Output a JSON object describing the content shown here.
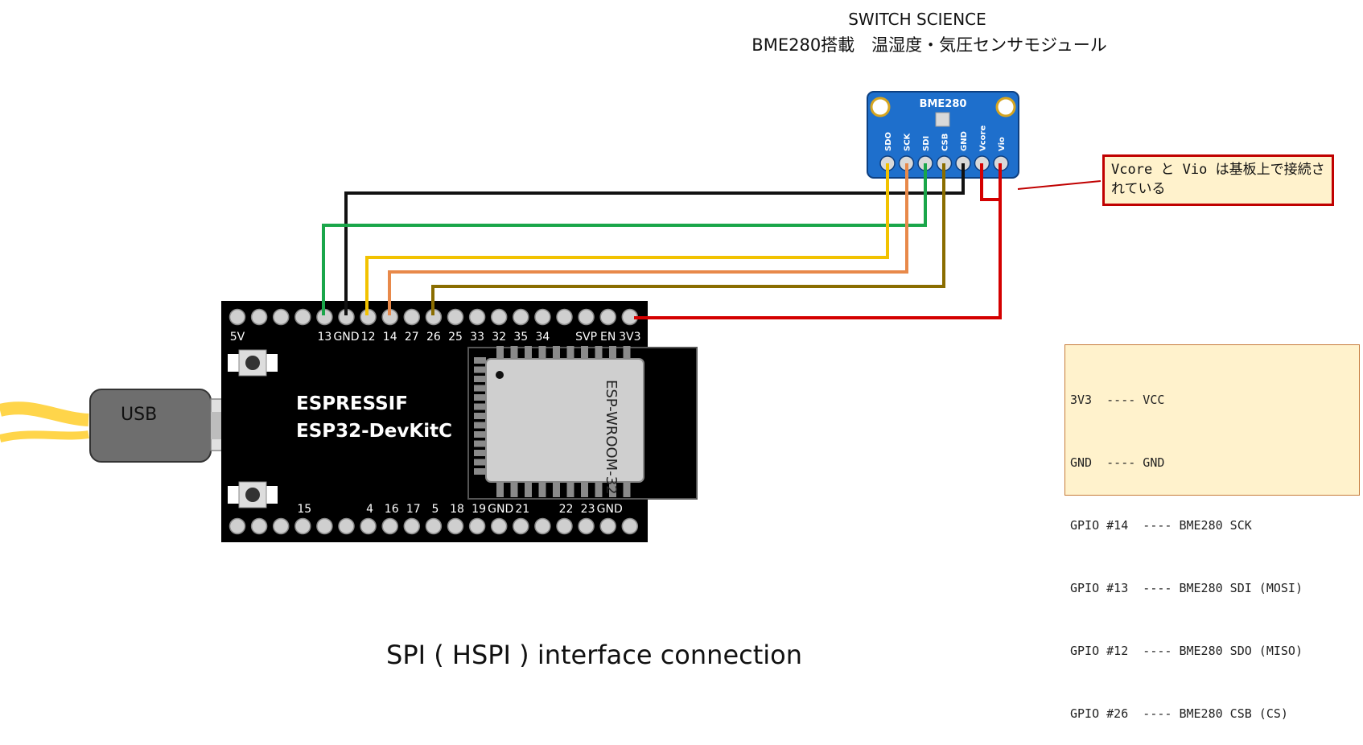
{
  "bme280_module": {
    "maker": "SWITCH SCIENCE",
    "product": "BME280搭載　温湿度・気圧センサモジュール",
    "chip_label": "BME280",
    "pins": [
      "SDO",
      "SCK",
      "SDI",
      "CSB",
      "GND",
      "Vcore",
      "Vio"
    ]
  },
  "note": {
    "line1": "Vcore と Vio は基板上で接続さ",
    "line2": "れている"
  },
  "esp32_board": {
    "brand": "ESPRESSIF",
    "model": "ESP32-DevKitC",
    "module_label": "ESP-WROOM-32",
    "usb_label": "USB",
    "top_pin_labels": [
      "5V",
      "13",
      "GND",
      "12",
      "14",
      "27",
      "26",
      "25",
      "33",
      "32",
      "35",
      "34",
      "SVP",
      "EN",
      "3V3"
    ],
    "bottom_pin_labels": [
      "15",
      "4",
      "16",
      "17",
      "5",
      "18",
      "19",
      "GND",
      "21",
      "22",
      "23",
      "GND"
    ]
  },
  "pin_mapping": [
    "3V3  ---- VCC",
    "GND  ---- GND",
    "GPIO #14  ---- BME280 SCK",
    "GPIO #13  ---- BME280 SDI (MOSI)",
    "GPIO #12  ---- BME280 SDO (MISO)",
    "GPIO #26  ---- BME280 CSB (CS)"
  ],
  "caption": "SPI ( HSPI )  interface connection",
  "colors": {
    "board": "#000000",
    "module_pcb": "#1e6fcc",
    "wire_gnd": "#111111",
    "wire_sdi": "#1aa64a",
    "wire_sdo": "#f2c200",
    "wire_sck": "#e8894a",
    "wire_csb": "#8a6d00",
    "wire_power": "#d40000",
    "usb_cable": "#ffd54a"
  }
}
